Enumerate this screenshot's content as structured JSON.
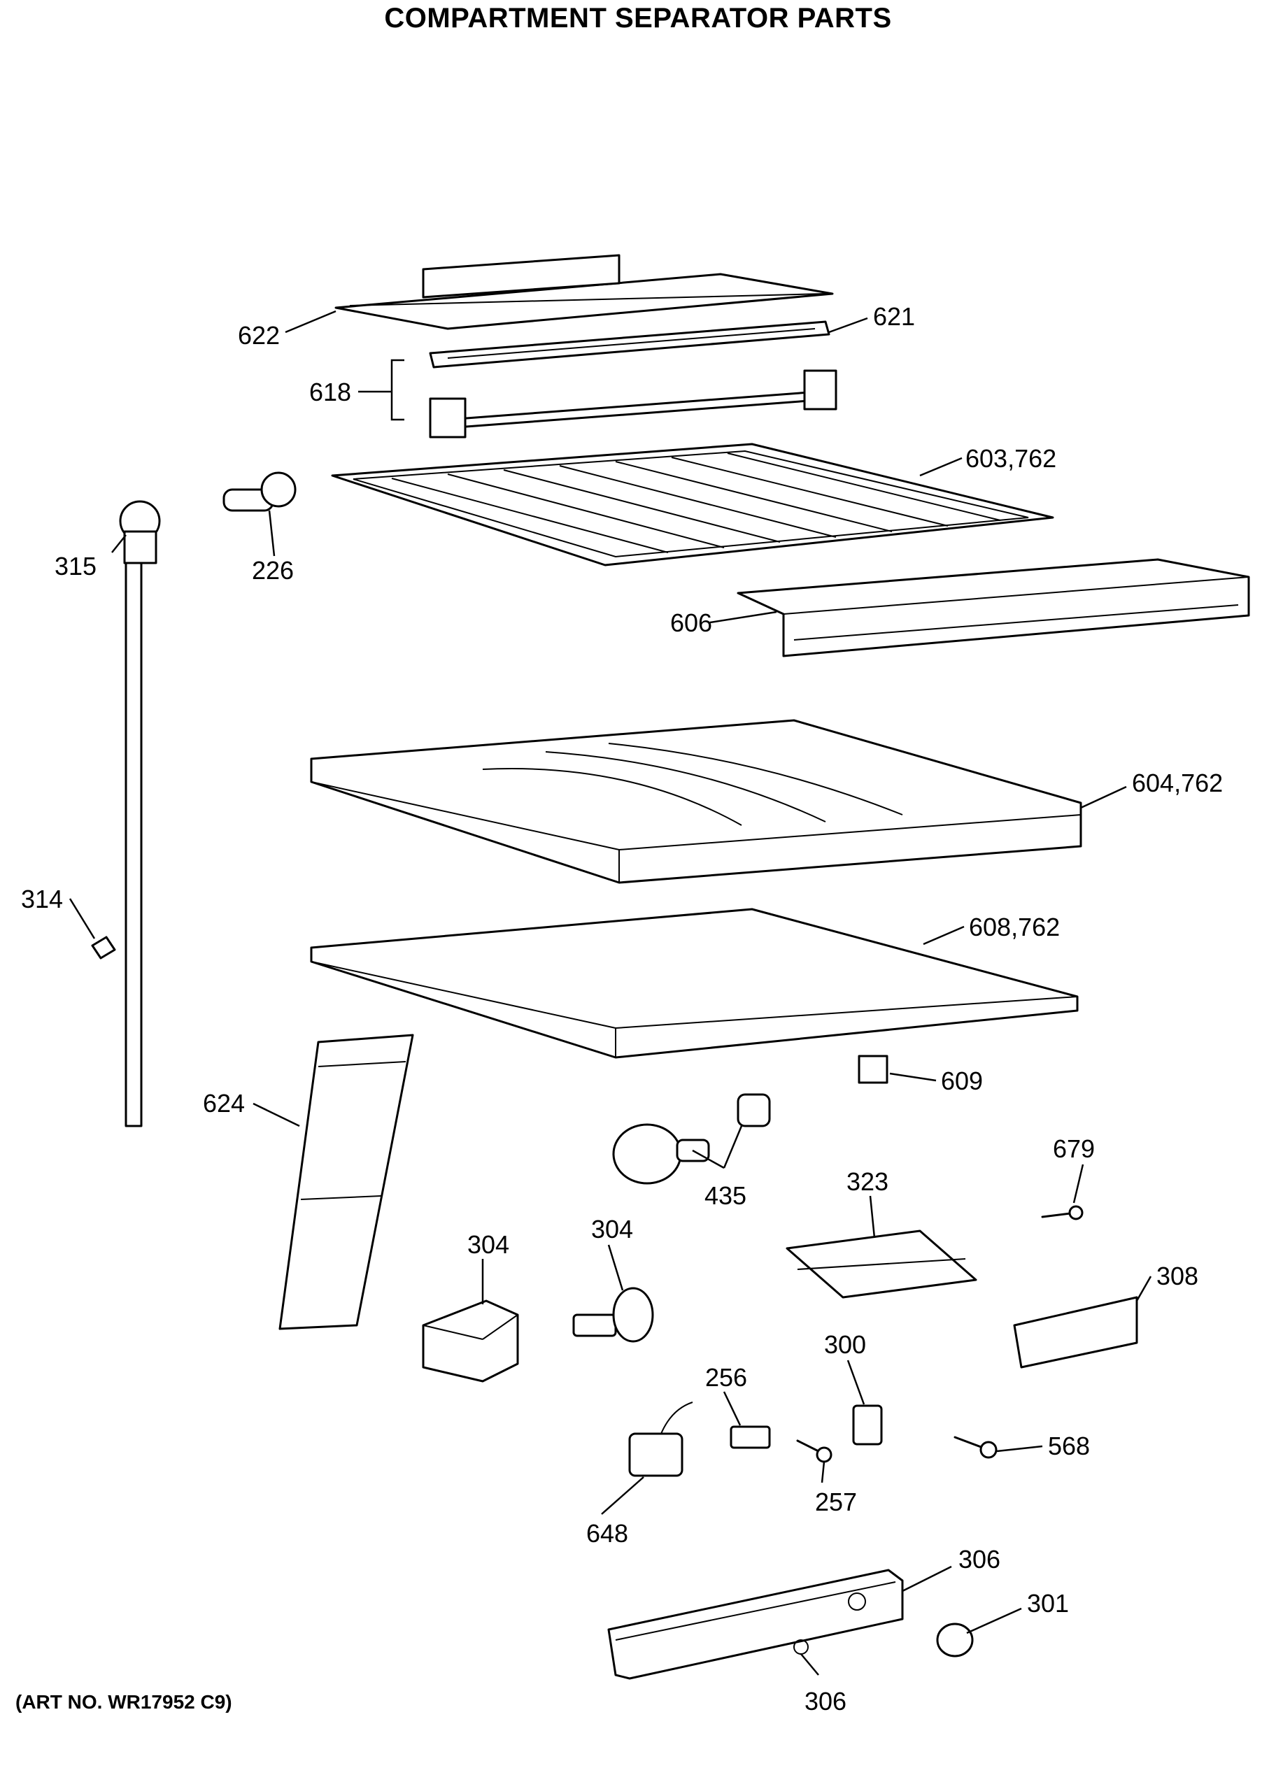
{
  "title": "COMPARTMENT SEPARATOR PARTS",
  "art_number": "(ART NO. WR17952 C9)",
  "callouts": {
    "c622": "622",
    "c621": "621",
    "c618": "618",
    "c603": "603,762",
    "c315": "315",
    "c226": "226",
    "c606": "606",
    "c604": "604,762",
    "c314": "314",
    "c608": "608,762",
    "c609": "609",
    "c624": "624",
    "c679": "679",
    "c435": "435",
    "c323": "323",
    "c304a": "304",
    "c304b": "304",
    "c308": "308",
    "c300": "300",
    "c256": "256",
    "c568": "568",
    "c257": "257",
    "c648": "648",
    "c306a": "306",
    "c301": "301",
    "c306b": "306"
  }
}
